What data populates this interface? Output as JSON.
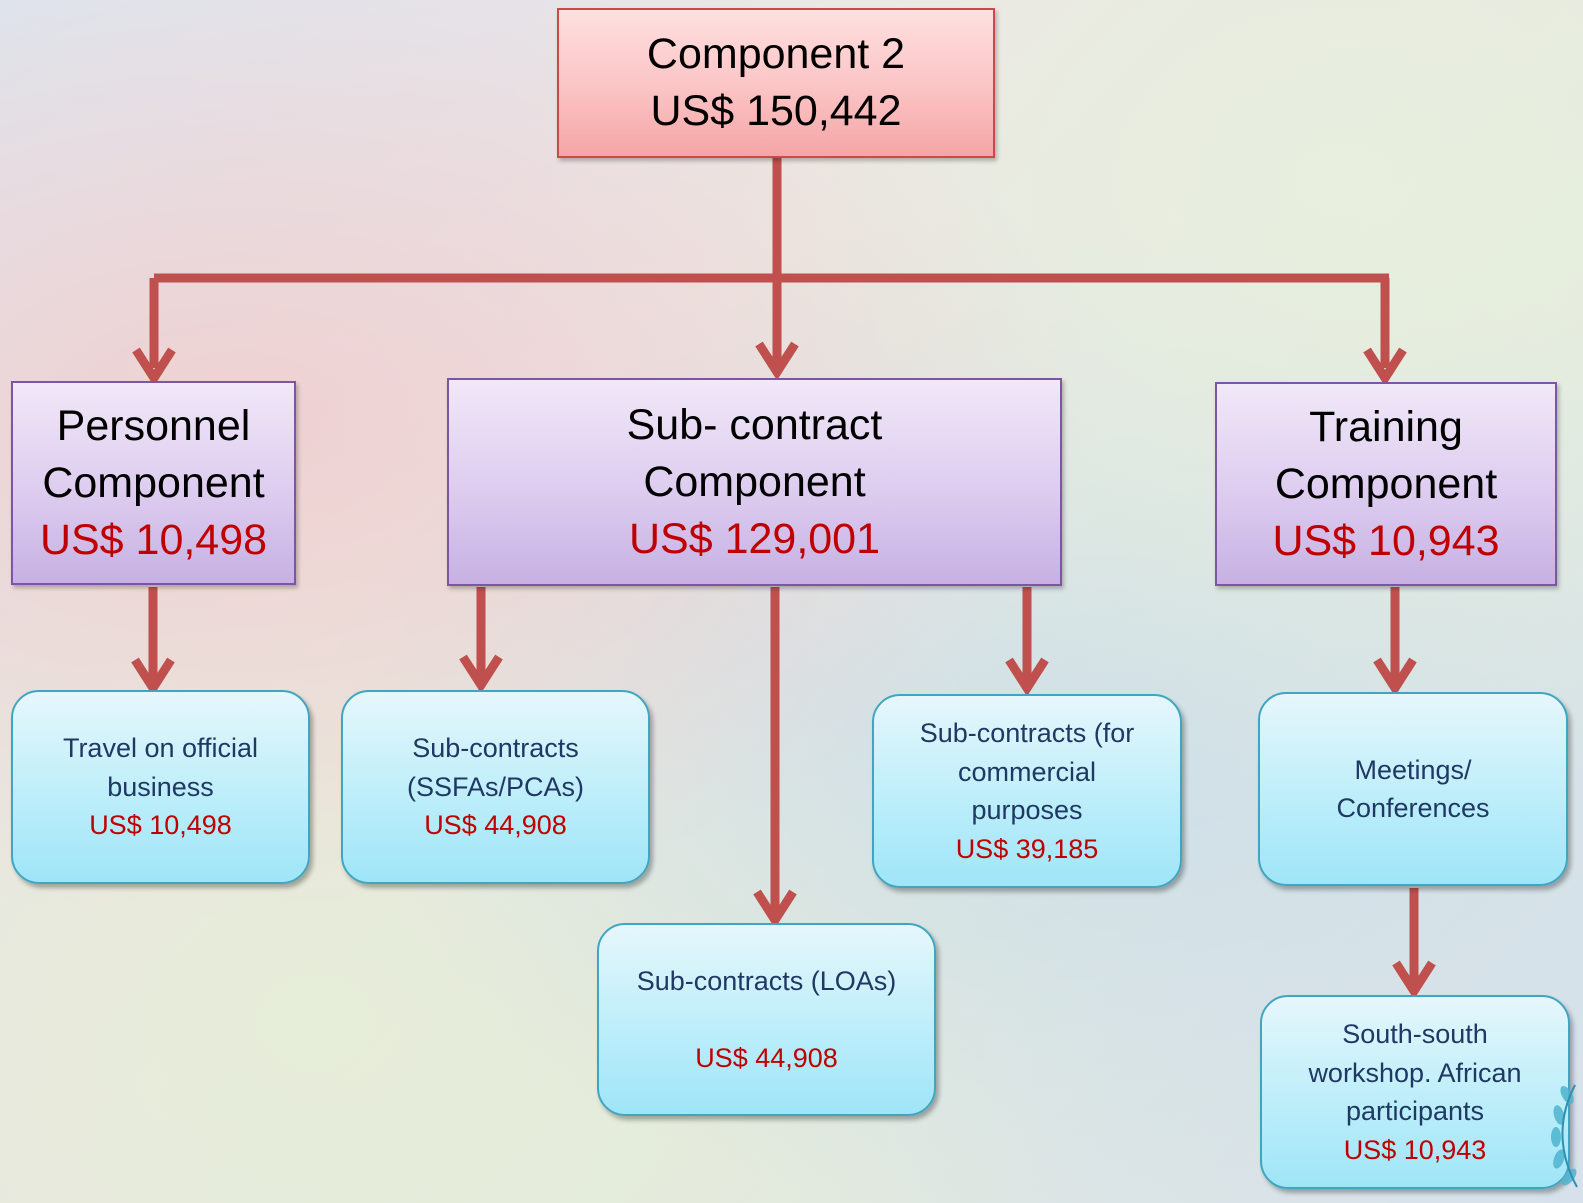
{
  "root": {
    "title": "Component 2",
    "amount": "US$ 150,442"
  },
  "components": {
    "personnel": {
      "line1": "Personnel",
      "line2": "Component",
      "amount": "US$ 10,498"
    },
    "subcontract": {
      "line1": "Sub- contract",
      "line2": "Component",
      "amount": "US$ 129,001"
    },
    "training": {
      "line1": "Training",
      "line2": "Component",
      "amount": "US$ 10,943"
    }
  },
  "items": {
    "travel": {
      "line1": "Travel on official",
      "line2": "business",
      "amount": "US$ 10,498"
    },
    "ssfas": {
      "line1": "Sub-contracts",
      "line2": "(SSFAs/PCAs)",
      "amount": "US$ 44,908"
    },
    "loas": {
      "line1": "Sub-contracts (LOAs)",
      "amount": "US$ 44,908"
    },
    "commercial": {
      "line1": "Sub-contracts (for",
      "line2": "commercial",
      "line3": "purposes",
      "amount": "US$ 39,185"
    },
    "meetings": {
      "line1": "Meetings/",
      "line2": "Conferences"
    },
    "workshop": {
      "line1": "South-south",
      "line2": "workshop. African",
      "line3": "participants",
      "amount": "US$ 10,943"
    }
  },
  "colors": {
    "connector": "#c0504d",
    "amount_text": "#c00000",
    "leaf_text": "#1f3864"
  },
  "decorations": {
    "emblem": "laurel-emblem"
  }
}
